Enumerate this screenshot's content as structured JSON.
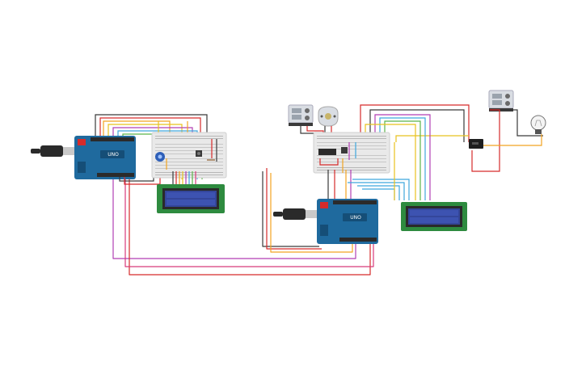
{
  "page": {
    "background": "#ffffff"
  },
  "colors": {
    "arduino_board": "#1f6a9e",
    "arduino_dark": "#154e77",
    "header": "#2b2b2b",
    "breadboard": "#e9e9e9",
    "breadboard_hole": "#b7b7b7",
    "lcd_pcb": "#2e8b3f",
    "lcd_screen": "#34469a",
    "wire_red": "#d62b2b",
    "wire_black": "#3a3a3a",
    "wire_orange": "#f2a422",
    "wire_yellow": "#e8c21e",
    "wire_blue": "#3fa7dd",
    "wire_green": "#5bb54a",
    "wire_purple": "#b23fb4",
    "wire_pink": "#d83a7a",
    "wire_brown": "#8a5a2b",
    "wire_gray": "#8c8c8c",
    "usb_plug": "#2a2a2a",
    "usb_metal": "#c9c9c9",
    "power_supply": "#d9dde3",
    "relay": "#1f1f1f",
    "bulb": "#f4f4f4"
  },
  "components": {
    "arduino_1": {
      "label": "UNO",
      "icon": "arduino-uno-board"
    },
    "arduino_2": {
      "label": "UNO",
      "icon": "arduino-uno-board"
    },
    "lcd_1": {
      "icon": "lcd-16x2-display"
    },
    "lcd_2": {
      "icon": "lcd-16x2-display"
    },
    "breadboard_1": {
      "icon": "breadboard-small"
    },
    "breadboard_2": {
      "icon": "breadboard-small"
    },
    "potentiometer": {
      "icon": "potentiometer"
    },
    "button": {
      "icon": "push-button"
    },
    "dc_motor": {
      "icon": "dc-motor"
    },
    "power_supply_1": {
      "icon": "power-supply"
    },
    "power_supply_2": {
      "icon": "power-supply"
    },
    "relay": {
      "icon": "relay-module"
    },
    "light_bulb": {
      "icon": "light-bulb"
    },
    "usb_cable_1": {
      "icon": "usb-cable"
    },
    "usb_cable_2": {
      "icon": "usb-cable"
    }
  }
}
